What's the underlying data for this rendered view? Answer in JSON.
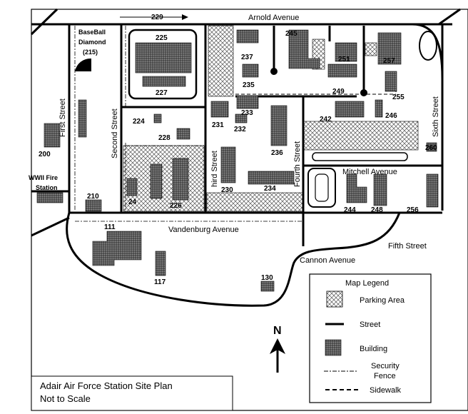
{
  "map": {
    "title_line1": "Adair Air Force Station Site Plan",
    "title_line2": "Not to Scale",
    "north_label": "N"
  },
  "streets": {
    "arnold": "Arnold Avenue",
    "first": "First Street",
    "second": "Second Street",
    "third": "hird Street",
    "fourth": "Fourth Street",
    "sixth": "Sixth Street",
    "mitchell": "Mitchell Avenue",
    "vandenburg": "Vandenburg Avenue",
    "cannon": "Cannon Avenue",
    "fifth": "Fifth Street"
  },
  "labels": {
    "baseball_l1": "BaseBall",
    "baseball_l2": "Diamond",
    "baseball_l3": "(215)",
    "wwii_l1": "WWII Fire",
    "wwii_l2": "Station"
  },
  "buildings": {
    "b111": "111",
    "b117": "117",
    "b130": "130",
    "b200": "200",
    "b210": "210",
    "b224": "224",
    "b225": "225",
    "b226": "226",
    "b227": "227",
    "b228": "228",
    "b229": "229",
    "b230": "230",
    "b231": "231",
    "b232": "232",
    "b233": "233",
    "b234": "234",
    "b235": "235",
    "b236": "236",
    "b237": "237",
    "b242": "242",
    "b244": "244",
    "b245": "245",
    "b246": "246",
    "b248": "248",
    "b249": "249",
    "b251": "251",
    "b255": "255",
    "b256": "256",
    "b257": "257",
    "b260": "260",
    "b24x": "24"
  },
  "legend": {
    "title": "Map Legend",
    "items": [
      {
        "symbol": "parking",
        "label": "Parking Area"
      },
      {
        "symbol": "street",
        "label": "Street"
      },
      {
        "symbol": "building",
        "label": "Building"
      },
      {
        "symbol": "fence",
        "label_line1": "Security",
        "label_line2": "Fence"
      },
      {
        "symbol": "sidewalk",
        "label": "Sidewalk"
      }
    ]
  }
}
